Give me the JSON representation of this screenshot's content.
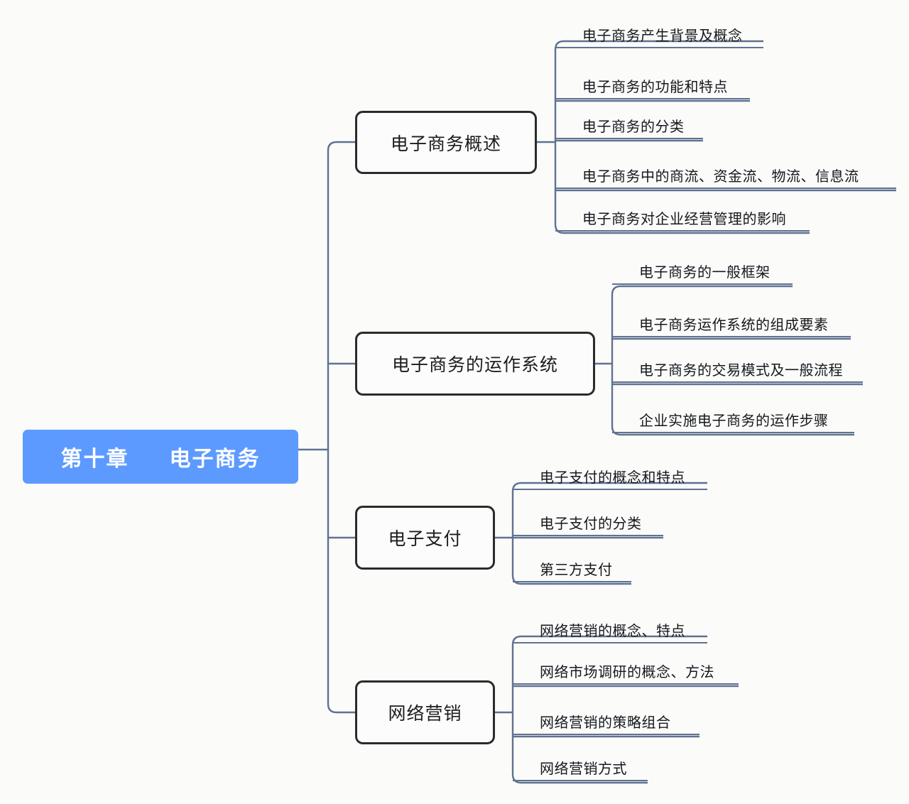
{
  "diagram": {
    "kind": "mind-map",
    "colors": {
      "root_fill": "#5c9aff",
      "root_text": "#ffffff",
      "branch_border": "#2b2b2b",
      "connector": "#5f7290",
      "leaf_text": "#15181c",
      "background": "#fbfbfa"
    },
    "root": {
      "label": "第十章      电子商务"
    },
    "branches": [
      {
        "label": "电子商务概述",
        "children": [
          {
            "label": "电子商务产生背景及概念"
          },
          {
            "label": "电子商务的功能和特点"
          },
          {
            "label": "电子商务的分类"
          },
          {
            "label": "电子商务中的商流、资金流、物流、信息流"
          },
          {
            "label": "电子商务对企业经营管理的影响"
          }
        ]
      },
      {
        "label": "电子商务的运作系统",
        "children": [
          {
            "label": "电子商务的一般框架"
          },
          {
            "label": "电子商务运作系统的组成要素"
          },
          {
            "label": "电子商务的交易模式及一般流程"
          },
          {
            "label": "企业实施电子商务的运作步骤"
          }
        ]
      },
      {
        "label": "电子支付",
        "children": [
          {
            "label": "电子支付的概念和特点"
          },
          {
            "label": "电子支付的分类"
          },
          {
            "label": "第三方支付"
          }
        ]
      },
      {
        "label": "网络营销",
        "children": [
          {
            "label": "网络营销的概念、特点"
          },
          {
            "label": "网络市场调研的概念、方法"
          },
          {
            "label": "网络营销的策略组合"
          },
          {
            "label": "网络营销方式"
          }
        ]
      }
    ]
  }
}
